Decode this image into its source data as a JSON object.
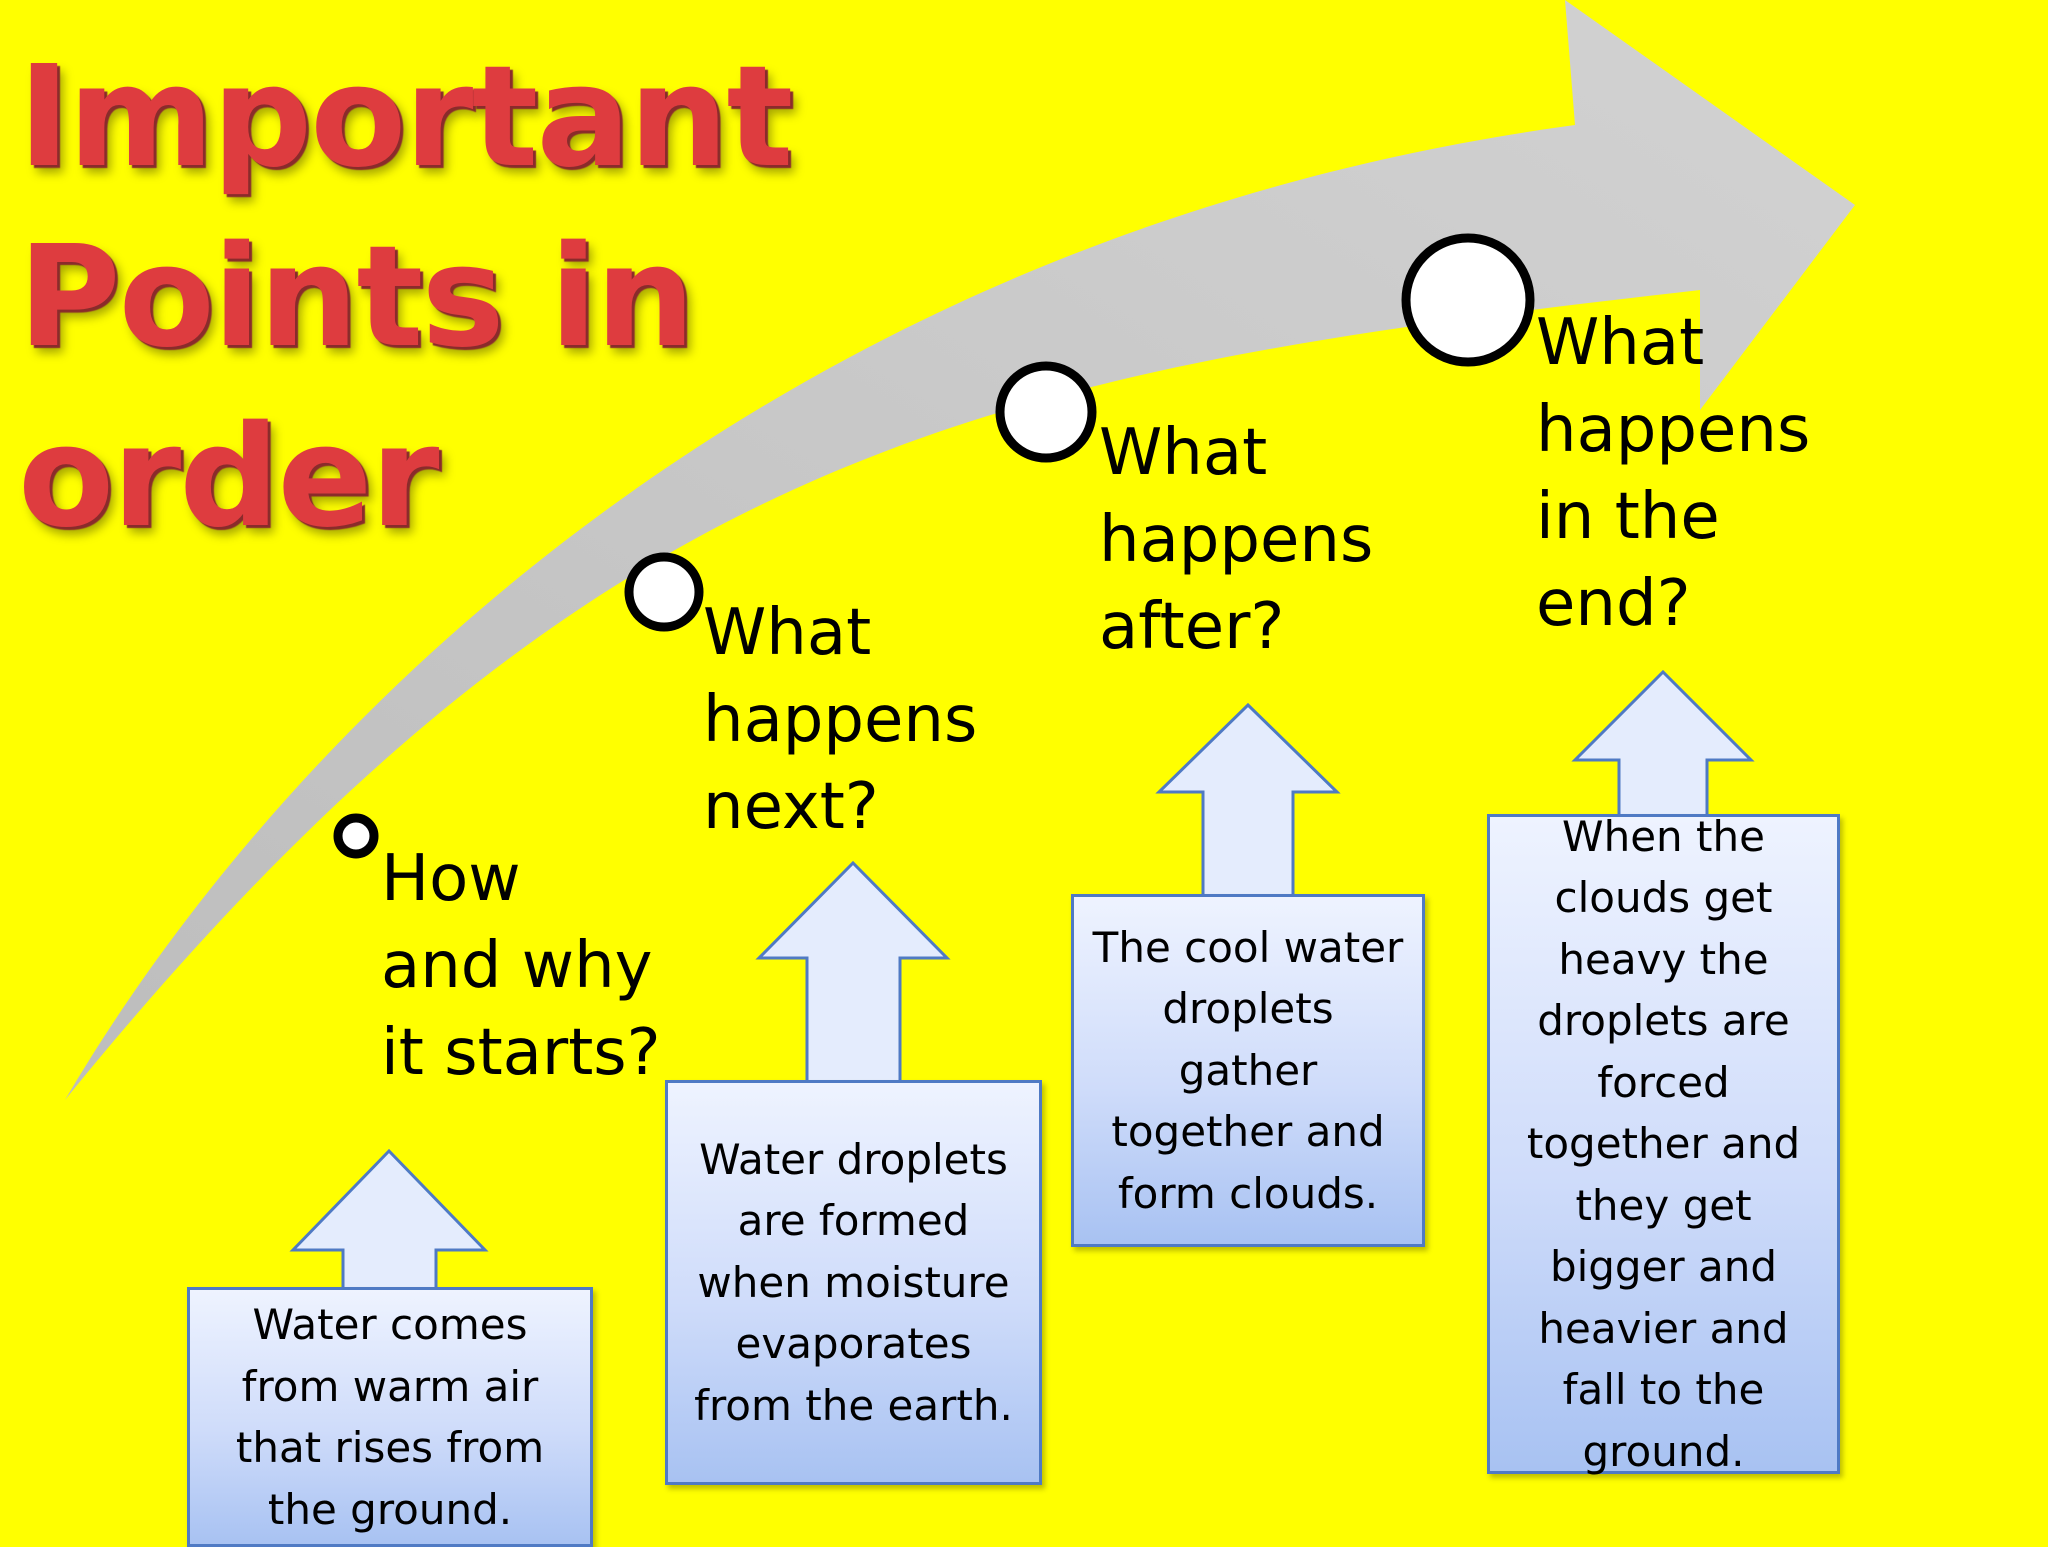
{
  "title_lines": [
    "Important",
    "Points in",
    "order"
  ],
  "steps": [
    {
      "question_lines": [
        "How",
        "and why",
        "it starts?"
      ],
      "answer_lines": [
        "Water comes",
        "from warm air",
        "that rises from",
        "the ground."
      ]
    },
    {
      "question_lines": [
        "What",
        "happens",
        "next?"
      ],
      "answer_lines": [
        "Water droplets",
        "are formed",
        "when moisture",
        "evaporates",
        "from the earth."
      ]
    },
    {
      "question_lines": [
        "What",
        "happens",
        "after?"
      ],
      "answer_lines": [
        "The cool water",
        "droplets",
        "gather",
        "together and",
        "form clouds."
      ]
    },
    {
      "question_lines": [
        "What",
        "happens",
        "in the",
        "end?"
      ],
      "answer_lines": [
        "When the",
        "clouds get",
        "heavy the",
        "droplets are",
        "forced",
        "together and",
        "they get",
        "bigger and",
        "heavier and",
        "fall to the",
        "ground."
      ]
    }
  ],
  "colors": {
    "background": "#ffff00",
    "title": "#de3c3f",
    "curved_arrow": "#c8c8c8",
    "box_border": "#4f7ac4"
  }
}
